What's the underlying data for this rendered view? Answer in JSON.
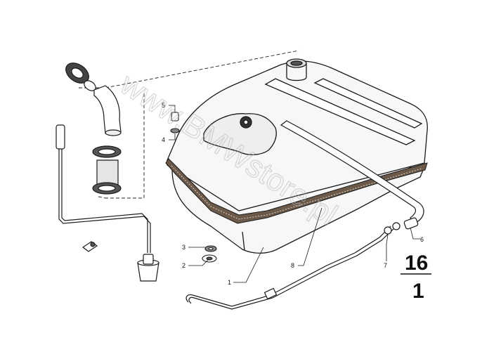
{
  "watermark": "www.BMWstore.pl",
  "callouts": {
    "c1": "1",
    "c2": "2",
    "c3": "3",
    "c4": "4",
    "c5": "5",
    "c6": "6",
    "c7": "7",
    "c8": "8"
  },
  "page_ref": {
    "numerator": "16",
    "denominator": "1"
  },
  "colors": {
    "ink": "#1a1a1a",
    "tank_fill": "#f7f7f7",
    "gasket": "#6b5a4a"
  }
}
